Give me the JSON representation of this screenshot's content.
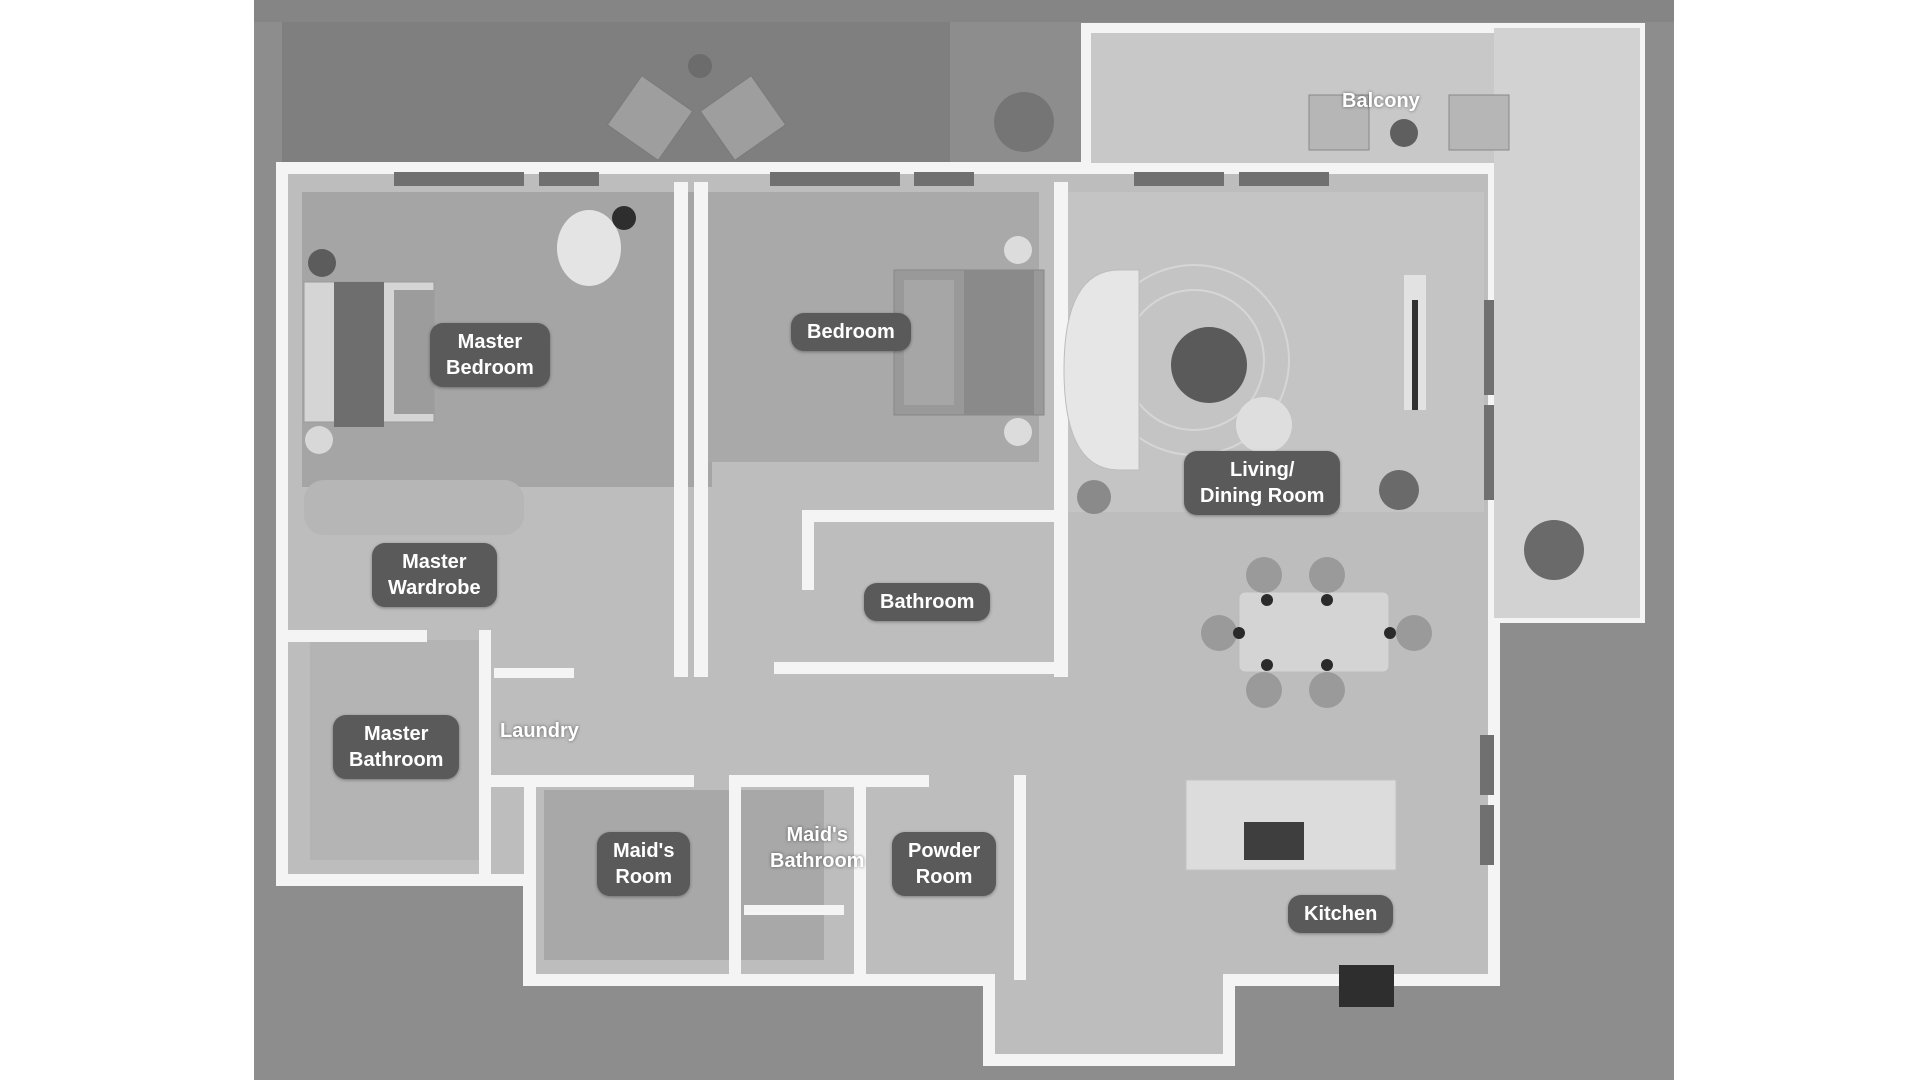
{
  "rooms": {
    "balcony": "Balcony",
    "master_bedroom": "Master\nBedroom",
    "bedroom": "Bedroom",
    "living_dining": "Living/\nDining Room",
    "master_wardrobe": "Master\nWardrobe",
    "bathroom": "Bathroom",
    "master_bathroom": "Master\nBathroom",
    "laundry": "Laundry",
    "maids_room": "Maid's\nRoom",
    "maids_bathroom": "Maid's\nBathroom",
    "powder_room": "Powder\nRoom",
    "kitchen": "Kitchen"
  }
}
